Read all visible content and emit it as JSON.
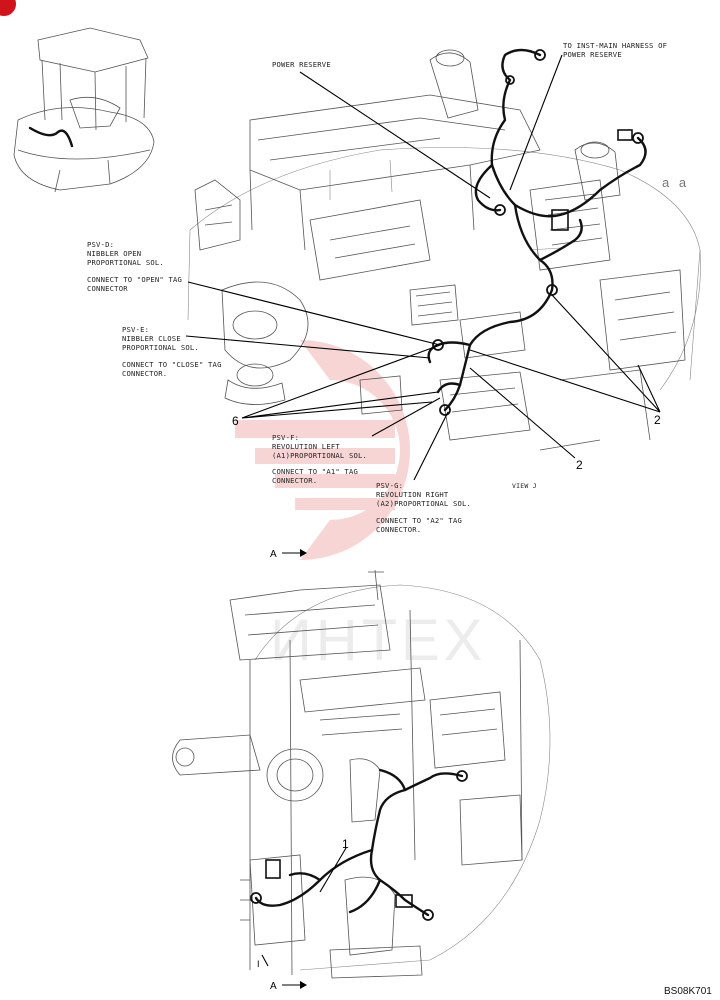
{
  "callouts": {
    "to_inst_main_1": "TO INST-MAIN HARNESS OF",
    "to_inst_main_2": "POWER RESERVE",
    "power_reserve": "POWER RESERVE",
    "view_aa": "a a",
    "psv_d_1": "PSV-D:",
    "psv_d_2": "NIBBLER OPEN",
    "psv_d_3": "PROPORTIONAL SOL.",
    "psv_d_4": "CONNECT TO \"OPEN\" TAG",
    "psv_d_5": "CONNECTOR",
    "psv_e_1": "PSV-E:",
    "psv_e_2": "NIBBLER CLOSE",
    "psv_e_3": "PROPORTIONAL SOL.",
    "psv_e_4": "CONNECT TO \"CLOSE\" TAG",
    "psv_e_5": "CONNECTOR.",
    "psv_f_1": "PSV-F:",
    "psv_f_2": "REVOLUTION LEFT",
    "psv_f_3": "(A1)PROPORTIONAL SOL.",
    "psv_f_4": "CONNECT TO \"A1\" TAG",
    "psv_f_5": "CONNECTOR.",
    "psv_g_1": "PSV-G:",
    "psv_g_2": "REVOLUTION RIGHT",
    "psv_g_3": "(A2)PROPORTIONAL SOL.",
    "psv_g_4": "CONNECT TO \"A2\" TAG",
    "psv_g_5": "CONNECTOR.",
    "view_j": "VIEW J",
    "item_6": "6",
    "item_2a": "2",
    "item_2b": "2",
    "item_1": "1",
    "view_a_top": "A",
    "view_a_bottom": "A",
    "view_i": "I"
  },
  "watermark": "ИНТЕХ",
  "drawing_code": "BS08K701"
}
